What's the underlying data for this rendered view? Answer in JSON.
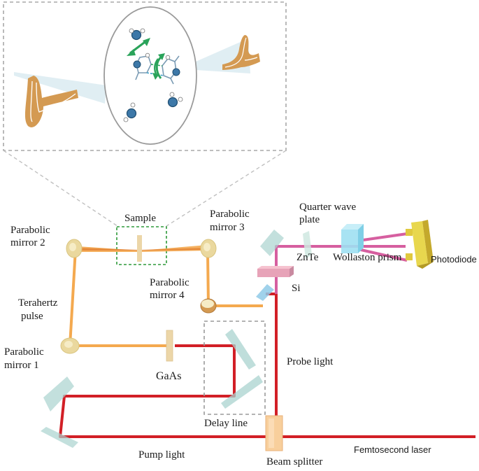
{
  "labels": {
    "sample": "Sample",
    "parabolic_mirror_2": [
      "Parabolic",
      "mirror  2"
    ],
    "parabolic_mirror_3": [
      "Parabolic",
      "mirror  3"
    ],
    "parabolic_mirror_4": [
      "Parabolic",
      "mirror  4"
    ],
    "parabolic_mirror_1": [
      "Parabolic",
      "mirror  1"
    ],
    "terahertz_pulse": [
      "Terahertz",
      "pulse"
    ],
    "gaas": "GaAs",
    "quarter_wave_plate": [
      "Quarter  wave",
      "plate"
    ],
    "znte": "ZnTe",
    "wollaston_prism": "Wollaston  prism",
    "photodiode": "Photodiode",
    "si": "Si",
    "probe_light": "Probe  light",
    "delay_line": "Delay line",
    "pump_light": "Pump light",
    "beam_splitter": "Beam splitter",
    "femtosecond_laser": "Femtosecond  laser"
  },
  "colors": {
    "pump_beam": "#d21f26",
    "thz_beam": "#f4a94f",
    "probe_beam": "#d65fa0",
    "mirror": "#ead89e",
    "glass": "#a9d3cf",
    "dashed_box": "#9a9a9a",
    "sample_box": "#2f9a3a",
    "photodiode": "#d8c23a",
    "prism": "#9fe0f2",
    "molecule": "#3d78a8",
    "arrow": "#2aa35a",
    "spectrum": "#d49a52"
  }
}
